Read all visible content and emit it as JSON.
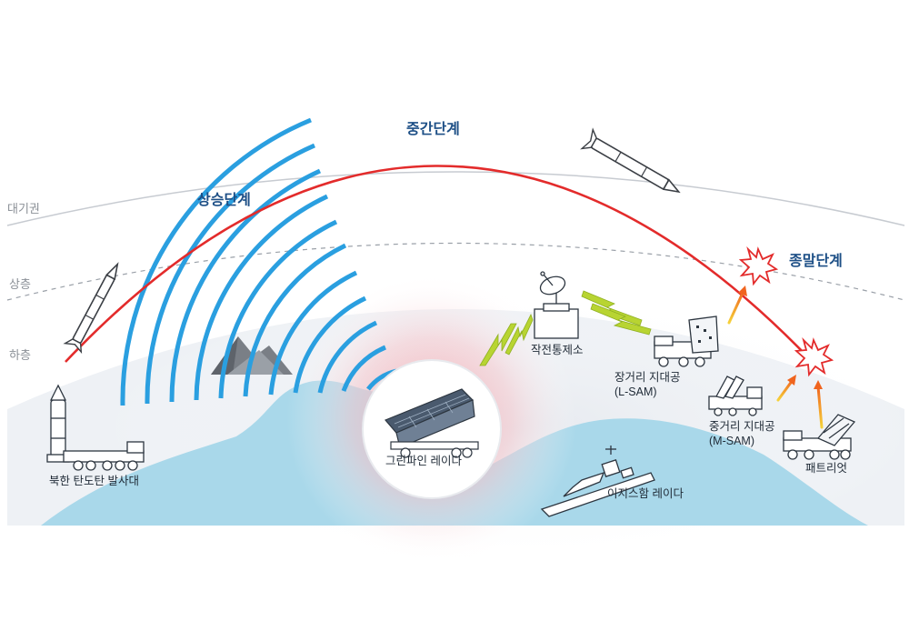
{
  "layers": {
    "atmosphere": "대기권",
    "upper": "상층",
    "lower": "하층"
  },
  "phases": {
    "boost": "상승단계",
    "midcourse": "중간단계",
    "terminal": "종말단계"
  },
  "assets": {
    "launcher": "북한 탄도탄 발사대",
    "green_pine": "그린파인 레이다",
    "command_center": "작전통제소",
    "lsam_line1": "장거리 지대공",
    "lsam_line2": "(L-SAM)",
    "msam_line1": "중거리 지대공",
    "msam_line2": "(M-SAM)",
    "patriot": "패트리엇",
    "aegis": "이지스함 레이다"
  },
  "colors": {
    "trajectory": "#e32b2b",
    "radar_wave": "#2a9fe0",
    "sea": "#a9d8ea",
    "ground": "#eef1f5",
    "signal": "#b8d432",
    "interceptor": "#f07a2a",
    "text_phase": "#1d4f86"
  },
  "icons": {
    "missile": "ballistic-missile-icon",
    "launcher": "tel-launcher-icon",
    "radar": "green-pine-radar-icon",
    "command": "satellite-dish-building-icon",
    "ship": "aegis-destroyer-icon",
    "burst": "intercept-burst-icon",
    "bolt": "lightning-signal-icon"
  }
}
